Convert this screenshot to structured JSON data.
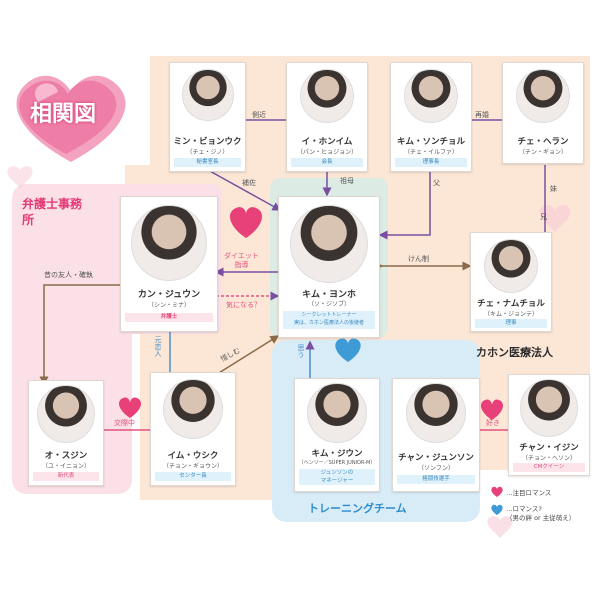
{
  "title": "相関図",
  "groups": {
    "lawyer_office": "弁護士事務所",
    "kahon_medical": "カホン医療法人",
    "training_team": "トレーニングチーム"
  },
  "people": {
    "min": {
      "name": "ミン・ビョンウク",
      "reading": "（チェ・ジノ）",
      "role": "秘書室長"
    },
    "lee": {
      "name": "イ・ホンイム",
      "reading": "（パン・ヒョジョン）",
      "role": "会長"
    },
    "kimsc": {
      "name": "キム・ソンチョル",
      "reading": "（チェ・イルファ）",
      "role": "理事長"
    },
    "choi": {
      "name": "チェ・ヘラン",
      "reading": "（チン・ギョン）",
      "role": ""
    },
    "kang": {
      "name": "カン・ジュウン",
      "reading": "（シン・ミナ）",
      "role": "弁護士"
    },
    "kimyh": {
      "name": "キム・ヨンホ",
      "reading": "（ソ・ジソブ）",
      "role": "シークレットトレーナー\n実は、カホン医療法人の後継者"
    },
    "choinc": {
      "name": "チェ・ナムチョル",
      "reading": "（キム・ジョンテ）",
      "role": "理事"
    },
    "oh": {
      "name": "オ・スジン",
      "reading": "（ユ・イニョン）",
      "role": "新代表"
    },
    "lim": {
      "name": "イム・ウシク",
      "reading": "（チョン・ギョウン）",
      "role": "センター長"
    },
    "kimj": {
      "name": "キム・ジウン",
      "reading": "（ヘンリー／SUPER JUNIOR-M）",
      "role": "ジュンソンの\nマネージャー"
    },
    "chanj": {
      "name": "チャン・ジュンソン",
      "reading": "（ソンフン）",
      "role": "格闘技選手"
    },
    "chany": {
      "name": "チャン・イジン",
      "reading": "（チョン・ヘソン）",
      "role": "CMクイーン"
    }
  },
  "relations": {
    "sokkin": "側近",
    "saikon": "再婚",
    "hosa": "補佐",
    "sobo": "祖母",
    "chichi": "父",
    "imouto": "妹",
    "ani": "兄",
    "diet": "ダイエット\n指導",
    "kininaru": "気になる？",
    "kenka": "けん制",
    "mukashi": "昔の友人・確執",
    "moto_koibito": "元恋人",
    "oshimu": "惜しむ",
    "koisaki": "交際中",
    "omou": "思う",
    "suki": "好き"
  },
  "legend": {
    "pink": "…注目ロマンス",
    "blue": "…ロマンス?\n（男の絆 or 主従萌え）"
  },
  "colors": {
    "peach": "#fbe3cf",
    "pink_zone": "#fbe0e8",
    "blue_zone": "#d8ecf8",
    "green_zone": "#dcebe4",
    "heart_pink": "#e8417a",
    "heart_blue": "#3f9bd6",
    "arrow_purple": "#7a4fa0",
    "arrow_brown": "#8a6a48",
    "title_pink": "#e23a76",
    "training_blue": "#2c8ccd"
  }
}
